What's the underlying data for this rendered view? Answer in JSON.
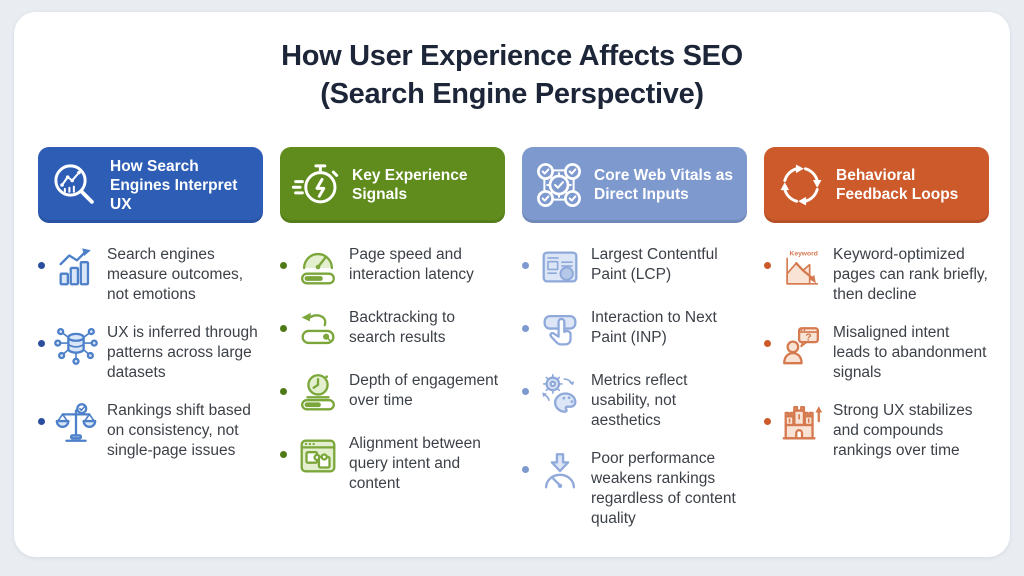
{
  "title": {
    "line1": "How User Experience Affects SEO",
    "line2": "(Search Engine Perspective)"
  },
  "palette": {
    "background": "#e9edf2",
    "card": "#ffffff",
    "title_text": "#1d2638",
    "body_text": "#3c4148"
  },
  "columns": [
    {
      "id": "interpret-ux",
      "header": {
        "label": "How Search Engines Interpret UX",
        "icon": "magnifier-chart-icon"
      },
      "colors": {
        "header": "#2e5db6",
        "icon_stroke": "#4d80c9",
        "icon_fill": "#d9e6f8",
        "bullet": "#2b4f9e"
      },
      "items": [
        {
          "icon": "bar-chart-growth-icon",
          "text": "Search engines measure outcomes, not emotions"
        },
        {
          "icon": "data-network-icon",
          "text": "UX is inferred through patterns across large datasets"
        },
        {
          "icon": "balance-scale-icon",
          "text": "Rankings shift based on consistency, not single-page issues"
        }
      ]
    },
    {
      "id": "experience-signals",
      "header": {
        "label": "Key Experience Signals",
        "icon": "stopwatch-lightning-icon"
      },
      "colors": {
        "header": "#5f8c1d",
        "icon_stroke": "#7aa63a",
        "icon_fill": "#e4efcf",
        "bullet": "#4d7a15"
      },
      "items": [
        {
          "icon": "speedometer-progress-icon",
          "text": "Page speed and interaction latency"
        },
        {
          "icon": "back-arrow-search-icon",
          "text": "Backtracking to search results"
        },
        {
          "icon": "clock-progress-icon",
          "text": "Depth of engagement over time"
        },
        {
          "icon": "browser-puzzle-icon",
          "text": "Alignment between query intent and content"
        }
      ]
    },
    {
      "id": "core-web-vitals",
      "header": {
        "label": "Core Web Vitals as Direct Inputs",
        "icon": "gear-checkmarks-icon"
      },
      "colors": {
        "header": "#7e99ce",
        "icon_stroke": "#8fa9da",
        "icon_fill": "#dde6f6",
        "bullet": "#7e99ce"
      },
      "items": [
        {
          "icon": "webpage-layout-icon",
          "text": "Largest Contentful Paint (LCP)"
        },
        {
          "icon": "button-tap-hand-icon",
          "text": "Interaction to Next Paint (INP)"
        },
        {
          "icon": "gear-palette-icon",
          "text": "Metrics reflect usability, not aesthetics"
        },
        {
          "icon": "down-arrow-gauge-icon",
          "text": "Poor performance weakens rankings regardless of content quality"
        }
      ]
    },
    {
      "id": "feedback-loops",
      "header": {
        "label": "Behavioral Feedback Loops",
        "icon": "loop-arrows-icon"
      },
      "colors": {
        "header": "#cc5a2b",
        "icon_stroke": "#d5794f",
        "icon_fill": "#f9e3d5",
        "bullet": "#cc5a2b"
      },
      "items": [
        {
          "icon": "keyword-decline-chart-icon",
          "icon_label": "Keyword",
          "text": "Keyword-optimized pages can rank briefly, then decline"
        },
        {
          "icon": "confused-user-question-icon",
          "icon_label": "?",
          "text": "Misaligned intent leads to abandonment signals"
        },
        {
          "icon": "castle-growth-icon",
          "text": "Strong UX stabilizes and compounds rankings over time"
        }
      ]
    }
  ]
}
